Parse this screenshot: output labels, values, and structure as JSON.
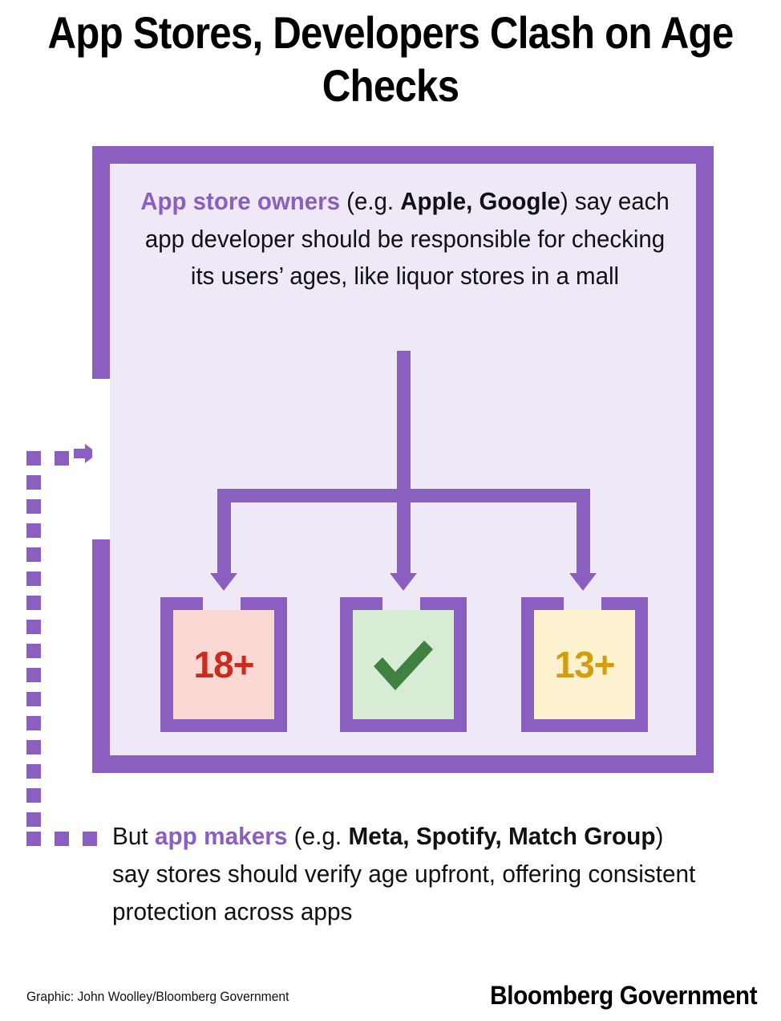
{
  "title": "App Stores, Developers Clash on Age Checks",
  "colors": {
    "purple": "#8B5FBF",
    "panel_fill": "#EFE9F7",
    "red": "#CC2B1F",
    "red_fill": "#FAD9D5",
    "green": "#3E8140",
    "green_fill": "#D8EBD5",
    "gold": "#D39E0C",
    "gold_fill": "#FCF2D0",
    "background": "#FFFFFF"
  },
  "statement": {
    "highlight": "App store owners",
    "mid_open": " (e.g. ",
    "companies": "Apple, Google",
    "rest": ") say each app developer should be responsible for checking its users’ ages, like liquor stores in a mall"
  },
  "cards": [
    {
      "name": "age-18-plus",
      "label": "18+",
      "icon": ""
    },
    {
      "name": "approved",
      "label": "",
      "icon": "check-icon"
    },
    {
      "name": "age-13-plus",
      "label": "13+",
      "icon": ""
    }
  ],
  "counterpoint": {
    "lead": "But ",
    "highlight": "app makers",
    "mid_open": " (e.g. ",
    "companies": "Meta, Spotify, Match Group",
    "rest": ") say stores should verify age upfront, offering consistent protection across apps"
  },
  "footer": {
    "credit": "Graphic: John Woolley/Bloomberg Government",
    "logo": "Bloomberg Government"
  },
  "diagram_data": {
    "type": "flow-diagram",
    "source_node": "App store owners statement panel",
    "branch_count": 3,
    "branch_targets": [
      "18+",
      "check",
      "13+"
    ],
    "feedback_connector": "dashed purple path from bottom counterpoint up to left edge of panel",
    "dash_square_size_px": 18
  }
}
